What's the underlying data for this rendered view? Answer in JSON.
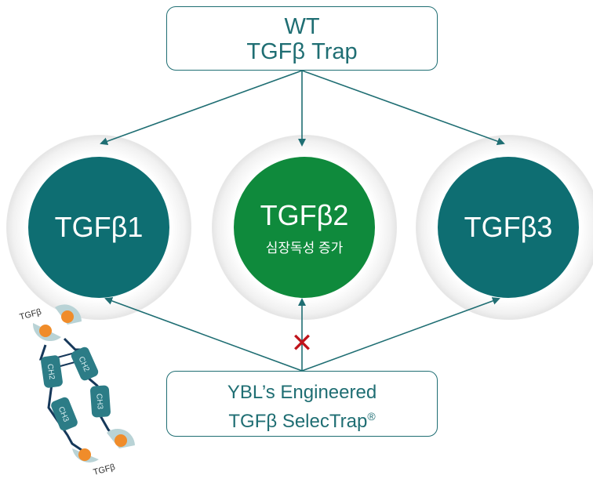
{
  "top_box": {
    "line1": "WT",
    "line2": "TGFβ Trap"
  },
  "circles": [
    {
      "title": "TGFβ1",
      "subtitle": "",
      "color": "#0e6e72"
    },
    {
      "title": "TGFβ2",
      "subtitle": "심장독성 증가",
      "color": "#0f8a3c"
    },
    {
      "title": "TGFβ3",
      "subtitle": "",
      "color": "#0e6e72"
    }
  ],
  "bottom_box": {
    "line1": "YBL’s Engineered",
    "line2": "TGFβ SelecTrap",
    "mark": "®"
  },
  "blocked_symbol": "✕",
  "antibody": {
    "top_ligand": "TGFβ",
    "bottom_ligand": "TGFβ",
    "domain_left": [
      "CH2",
      "CH3"
    ],
    "domain_right": [
      "CH2",
      "CH3"
    ]
  },
  "colors": {
    "teal": "#0e6e72",
    "green": "#0f8a3c",
    "arrow": "#1f6e73",
    "block": "#c0141b",
    "ligand": "#f08c2a"
  }
}
